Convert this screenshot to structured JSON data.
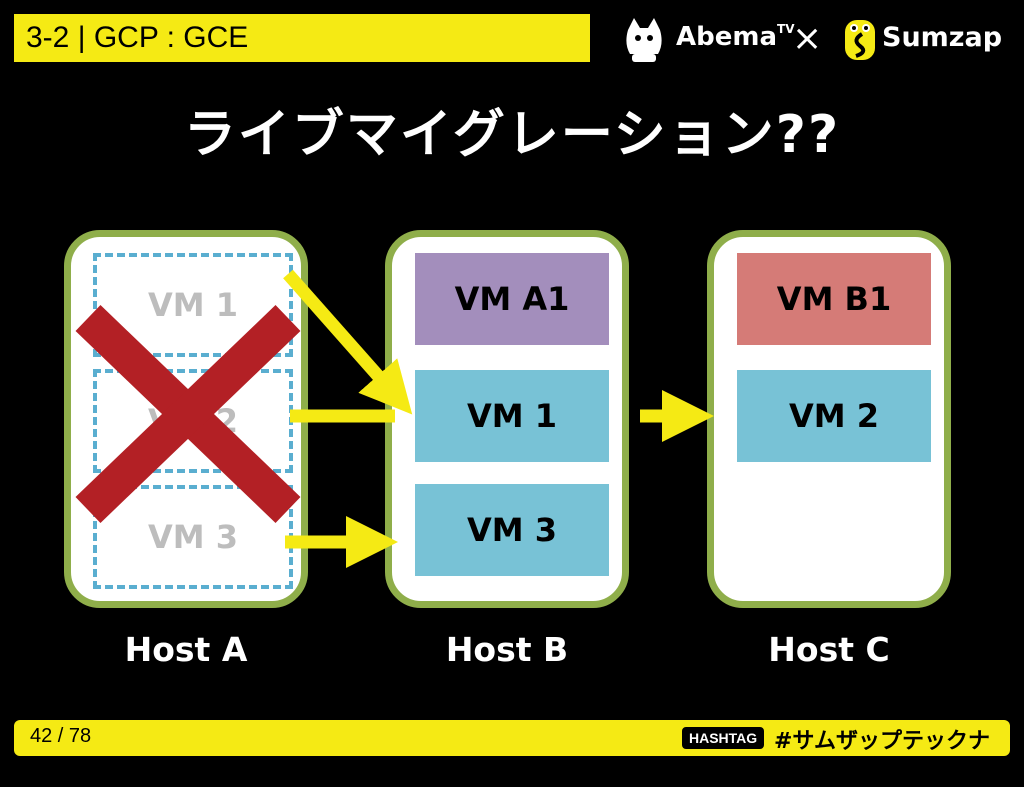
{
  "header": {
    "section": "3-2 | GCP : GCE"
  },
  "logos": {
    "abema": "Abema",
    "abema_tv": "TV",
    "times": "×",
    "sumzap": "Sumzap"
  },
  "title": "ライブマイグレーション??",
  "hosts": [
    {
      "label": "Host A",
      "vms": [
        "VM 1",
        "VM 2",
        "VM 3"
      ]
    },
    {
      "label": "Host B",
      "vms": [
        "VM A1",
        "VM 1",
        "VM 3"
      ]
    },
    {
      "label": "Host C",
      "vms": [
        "VM B1",
        "VM 2"
      ]
    }
  ],
  "colors": {
    "host_border": "#8fae4a",
    "vm_blue": "#78c2d6",
    "vm_purple": "#a38ebc",
    "vm_red": "#d57b77",
    "arrow": "#f5ea14",
    "cross": "#b32025",
    "bar": "#f5ea14"
  },
  "icons": {
    "mascot_left": "abema-mascot-icon",
    "mascot_right": "sumzap-mascot-icon",
    "cross": "cross-mark-icon"
  },
  "footer": {
    "page": "42 / 78",
    "hashtag_badge": "HASHTAG",
    "hashtag": "#サムザップテックナイト"
  }
}
